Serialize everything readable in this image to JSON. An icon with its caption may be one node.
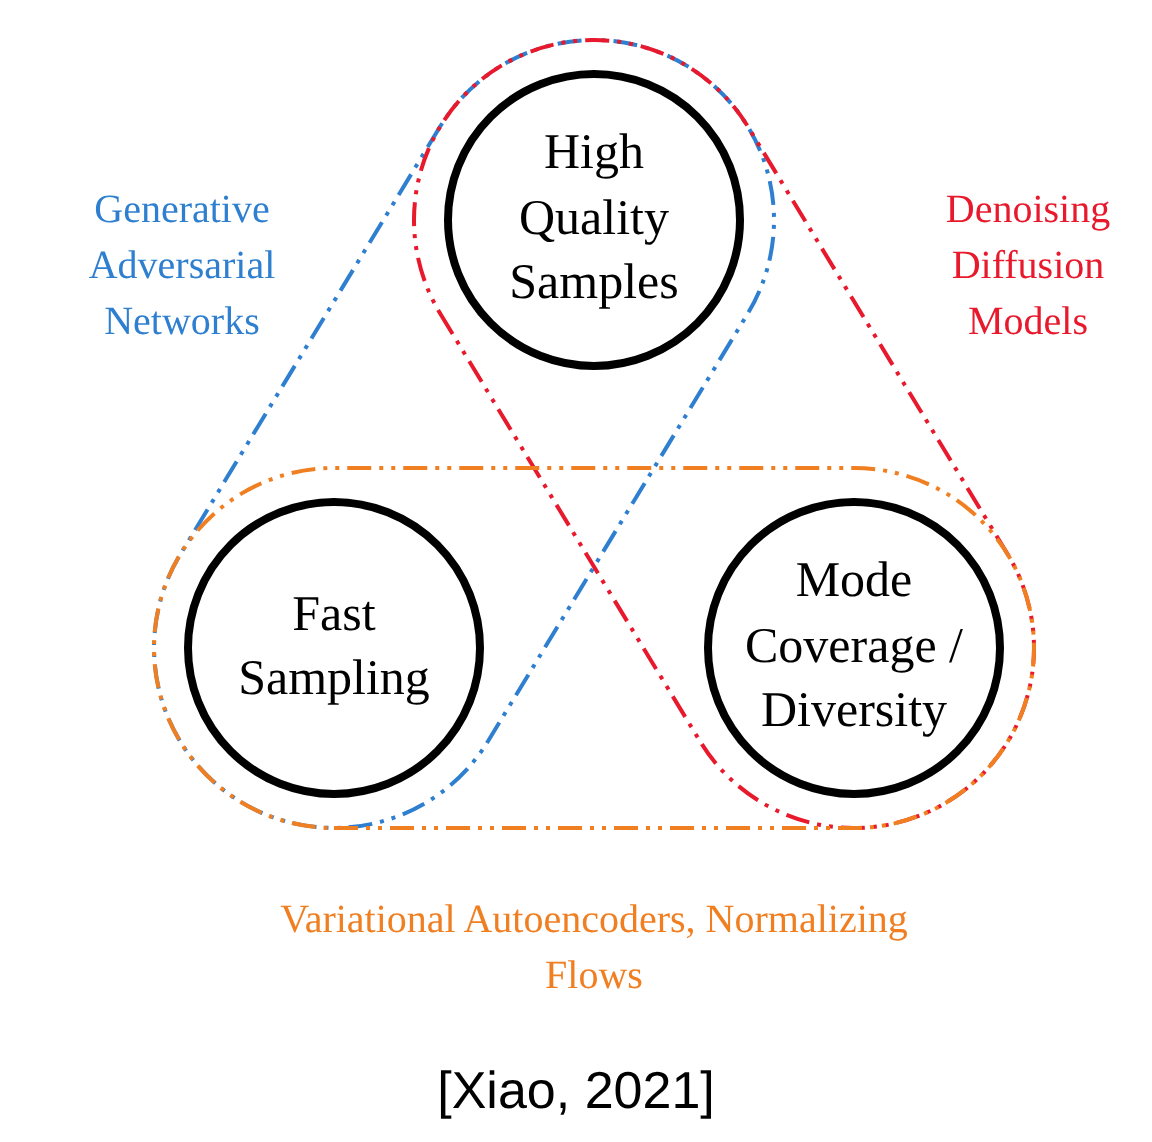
{
  "diagram": {
    "caption": "[Xiao, 2021]",
    "nodes": [
      {
        "text": [
          "Generative Adversarial Networks"
        ]
      },
      {
        "text": [
          "High Quality Samples"
        ]
      },
      {
        "text": [
          "Denoising Diffusion Models"
        ]
      },
      {
        "text": [
          "Fast Sampling"
        ]
      },
      {
        "text": [
          "Mode Coverage / Diversity"
        ]
      },
      {
        "text": [
          "Variational Autoencoders, Normalizing Flows"
        ]
      }
    ]
  }
}
